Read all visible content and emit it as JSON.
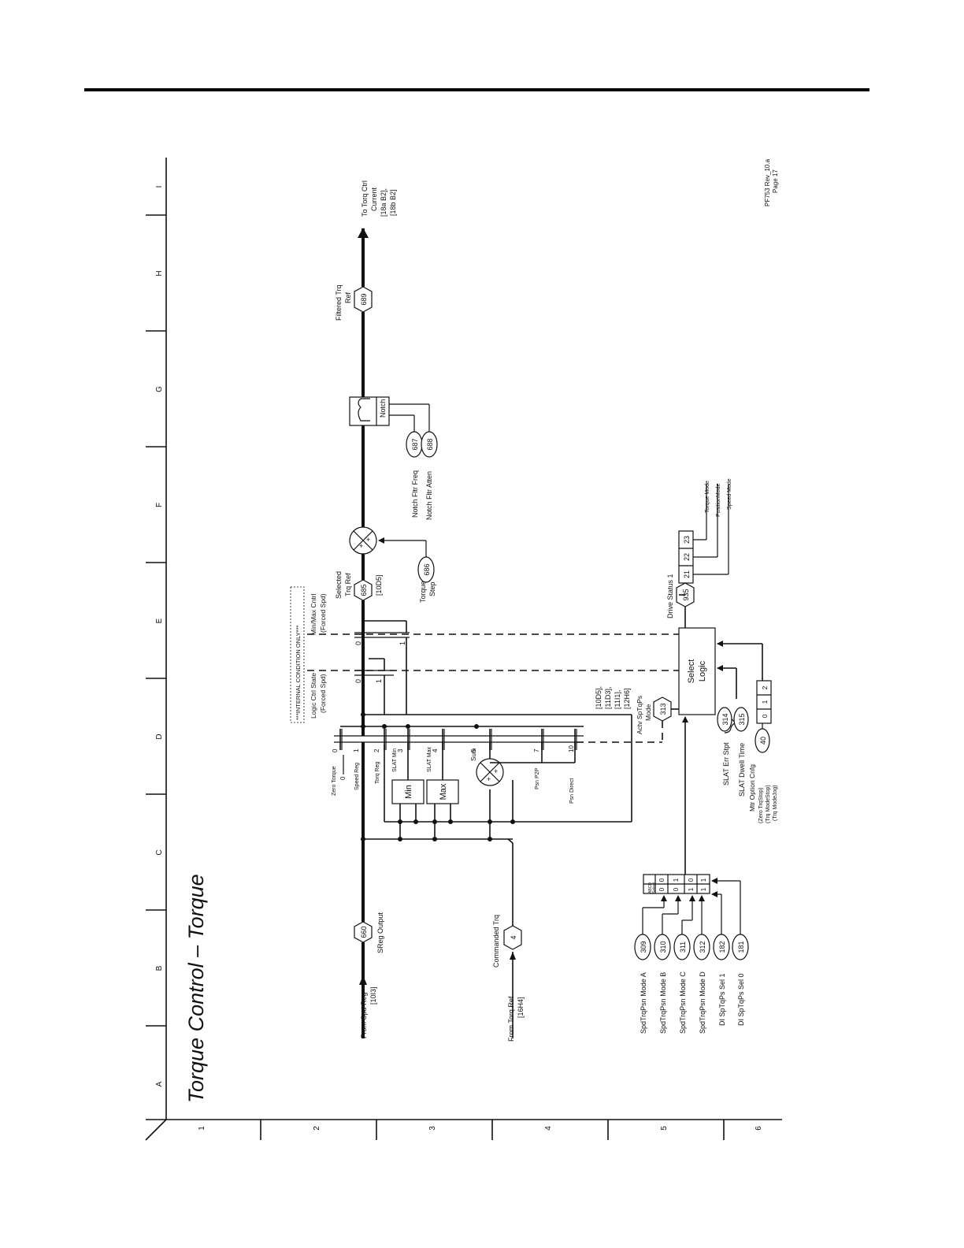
{
  "page": {
    "title": "Torque Control – Torque",
    "revision": "PF753 Rev_10.a",
    "page_label": "Page 17"
  },
  "grid": {
    "columns": [
      "A",
      "B",
      "C",
      "D",
      "E",
      "F",
      "G",
      "H",
      "I"
    ],
    "rows": [
      "1",
      "2",
      "3",
      "4",
      "5",
      "6"
    ]
  },
  "inputs": {
    "spd_reg_from": "From Spd Reg",
    "spd_reg_ref": "[10I3]",
    "sreg_param": "660",
    "sreg_label": "SReg Output",
    "torq_ref_from": "From Torq Ref",
    "torq_ref_ref": "[16H4]",
    "cmd_trq_param": "4",
    "cmd_trq_label": "Commanded Trq"
  },
  "mode_inputs": [
    {
      "label": "SpdTrqPsn Mode A",
      "param": "309"
    },
    {
      "label": "SpdTrqPsn Mode B",
      "param": "310"
    },
    {
      "label": "SpdTrqPsn Mode C",
      "param": "311"
    },
    {
      "label": "SpdTrqPsn Mode D",
      "param": "312"
    },
    {
      "label": "DI SpTqPs Sel 1",
      "param": "182"
    },
    {
      "label": "DI SpTqPs Sel 0",
      "param": "181"
    }
  ],
  "abcd_select": {
    "header": "ABCD Select",
    "rows": [
      [
        "0",
        "0"
      ],
      [
        "0",
        "1"
      ],
      [
        "1",
        "0"
      ],
      [
        "1",
        "1"
      ]
    ]
  },
  "selector": {
    "zero_torque": "Zero Torque",
    "zero_value": "0",
    "switch_labels": [
      "Speed Reg",
      "Torq Reg",
      "SLAT Min",
      "SLAT Max",
      "Sum",
      "Psn P2P",
      "Psn Direct"
    ],
    "switch_numbers": [
      "0",
      "1",
      "2",
      "3",
      "4",
      "5",
      "7",
      "10"
    ],
    "min_block": "Min",
    "max_block": "Max",
    "sum_signs": [
      "+",
      "+"
    ]
  },
  "internal": {
    "banner": "***INTERNAL CONDITION ONLY***",
    "logic_ctrl": "Logic Ctrl State",
    "logic_ctrl_sub": "(Forced Spd)",
    "minmax": "Min/Max Cntrl",
    "minmax_sub": "(Forced Spd)",
    "switch_values": [
      "0",
      "1",
      "0",
      "1"
    ]
  },
  "actv_mode": {
    "label": "Actv SpTqPs Mode",
    "param": "313",
    "refs": [
      "[10D5],",
      "[11D3],",
      "[11I1],",
      "[12H6]"
    ]
  },
  "select_logic": {
    "label": "Select Logic"
  },
  "slat": [
    {
      "label": "SLAT Err Stpt",
      "param": "314"
    },
    {
      "label": "SLAT Dwell Time",
      "param": "315"
    }
  ],
  "mtr_option": {
    "label": "Mtr Option Cnfg",
    "param": "40",
    "options": [
      "(Zero TrqStop)",
      "(Trq ModeStop)",
      "(Trq ModeJog)"
    ],
    "bits": [
      "0",
      "1",
      "2"
    ]
  },
  "drive_status": {
    "label": "Drive Status 1",
    "param": "935",
    "bits": [
      "21",
      "22",
      "23"
    ],
    "bit_labels": [
      "Torque Mode",
      "PositionMode",
      "Speed Mode"
    ]
  },
  "selected_trq": {
    "label": "Selected Trq Ref",
    "param": "685",
    "ref": "[10D5]"
  },
  "torque_step": {
    "label": "Torque Step",
    "param": "686",
    "signs": [
      "+",
      "+"
    ]
  },
  "notch": {
    "block_label": "Notch",
    "freq_label": "Notch Fltr Freq",
    "freq_param": "687",
    "atten_label": "Notch Fltr Atten",
    "atten_param": "688"
  },
  "filtered": {
    "label": "Filtered Trq Ref",
    "param": "689"
  },
  "output": {
    "label": "To Torq Ctrl Current",
    "refs": "[18a B2], [18b B2]"
  }
}
